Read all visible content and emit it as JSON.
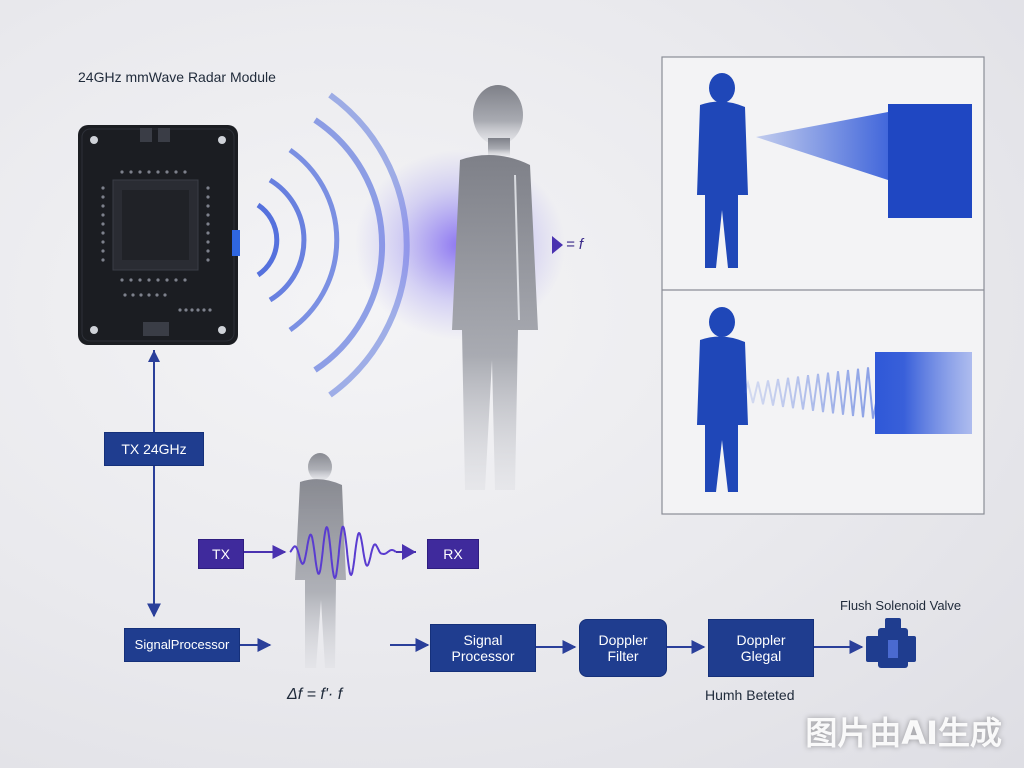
{
  "module": {
    "title": "24GHz mmWave Radar Module"
  },
  "tx_freq_label": "TX 24GHz",
  "freq_label": "= f",
  "tx_label": "TX",
  "rx_label": "RX",
  "doppler_formula": "Δf = f'· f",
  "processor_left": "SignalProcessor",
  "blocks": {
    "signal_processor": [
      "Signal",
      "Processor"
    ],
    "doppler_filter": [
      "Doppler",
      "Filter"
    ],
    "doppler_signal": [
      "Doppler",
      "Glegal"
    ]
  },
  "human_detected_label": "Humh Beteted",
  "valve_label": "Flush Solenoid Valve",
  "watermark": "图片由AI生成",
  "colors": {
    "navy": "#1f3d8f",
    "purple": "#3f2a9c",
    "wave": "#3a5ad8",
    "pcb": "#1b1d22"
  },
  "icons": [
    "radar-pcb-icon",
    "person-silhouette-icon",
    "sensor-block-icon",
    "solenoid-valve-icon"
  ]
}
